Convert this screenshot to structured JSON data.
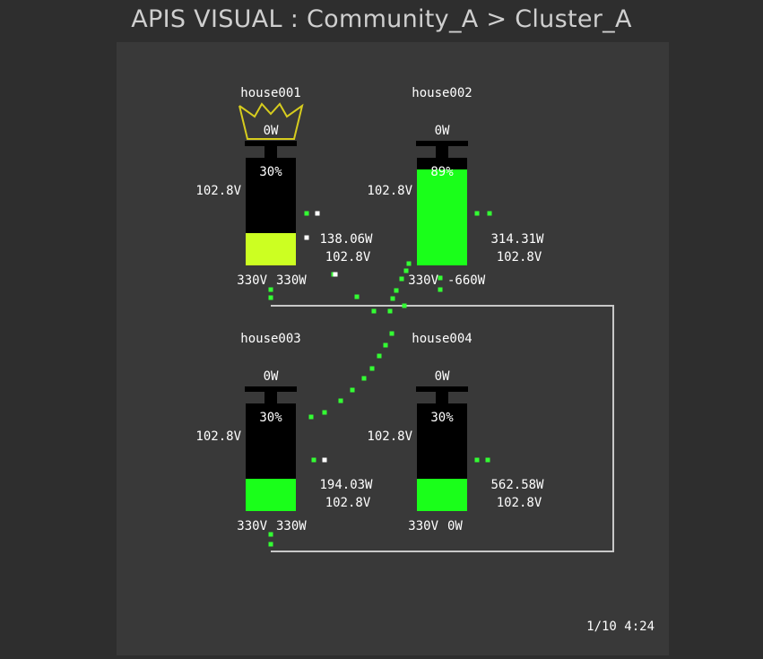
{
  "header": {
    "title": "APIS VISUAL : Community_A > Cluster_A"
  },
  "clock": "1/10 4:24",
  "colors": {
    "background": "#2e2e2e",
    "panel": "#393939",
    "grid_line": "#c8c8c8",
    "flow_dot": "#33ff33",
    "battery_green": "#1aff1a",
    "battery_yellow": "#ccff22",
    "leader_crown": "#d6cc1e"
  },
  "houses": [
    {
      "id": "house001",
      "top_power": "0W",
      "battery_percent": "30%",
      "fill": 0.3,
      "fill_color": "#ccff22",
      "left_voltage": "102.8V",
      "right_power": "138.06W",
      "right_voltage": "102.8V",
      "bottom_voltage": "330V",
      "bottom_power": "330W",
      "leader": true,
      "leader_icon": "crown-icon"
    },
    {
      "id": "house002",
      "top_power": "0W",
      "battery_percent": "89%",
      "fill": 0.89,
      "fill_color": "#1aff1a",
      "left_voltage": "102.8V",
      "right_power": "314.31W",
      "right_voltage": "102.8V",
      "bottom_voltage": "330V",
      "bottom_power": "-660W",
      "leader": false
    },
    {
      "id": "house003",
      "top_power": "0W",
      "battery_percent": "30%",
      "fill": 0.3,
      "fill_color": "#1aff1a",
      "left_voltage": "102.8V",
      "right_power": "194.03W",
      "right_voltage": "102.8V",
      "bottom_voltage": "330V",
      "bottom_power": "330W",
      "leader": false
    },
    {
      "id": "house004",
      "top_power": "0W",
      "battery_percent": "30%",
      "fill": 0.3,
      "fill_color": "#1aff1a",
      "left_voltage": "102.8V",
      "right_power": "562.58W",
      "right_voltage": "102.8V",
      "bottom_voltage": "330V",
      "bottom_power": "0W",
      "leader": false
    }
  ]
}
